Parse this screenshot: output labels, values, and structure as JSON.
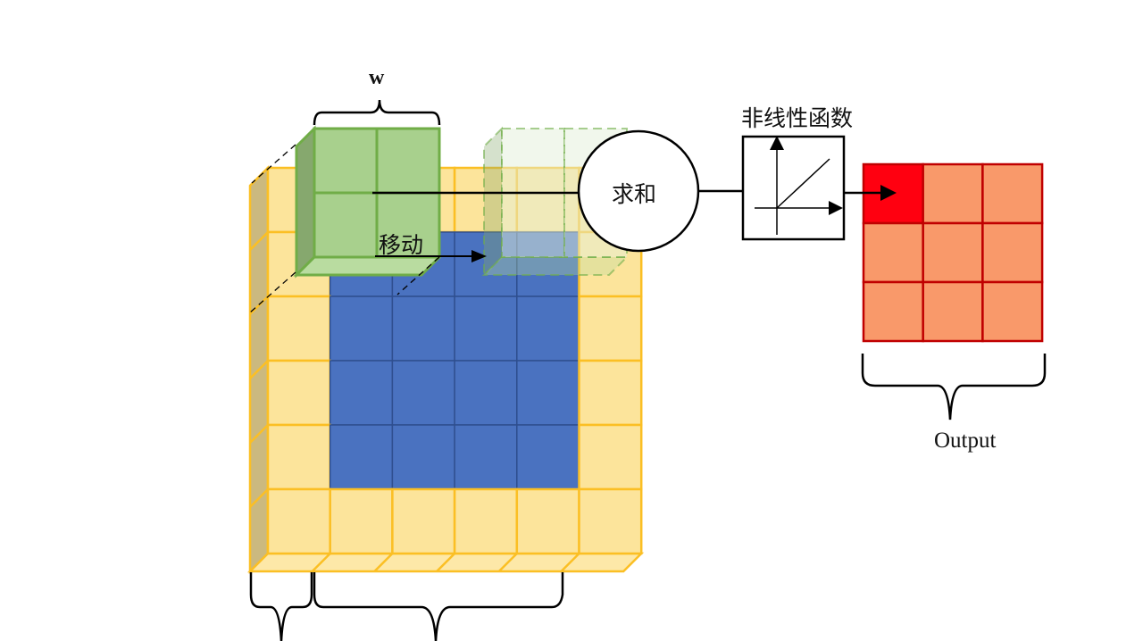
{
  "labels": {
    "kernel_width": "w",
    "move": "移动",
    "sum": "求和",
    "nonlinear": "非线性函数",
    "output": "Output"
  },
  "grid": {
    "input_size": 6,
    "inner_size": 4,
    "kernel_size": 2,
    "output_size": 3
  },
  "colors": {
    "padding": "#fce49b",
    "padding_border": "#fbbf24",
    "input": "#4a72c0",
    "input_border": "#2f4f8f",
    "kernel": "#a8d08d",
    "kernel_border": "#70ad47",
    "output": "#f9996a",
    "output_active": "#ff0010",
    "output_border": "#c00000"
  }
}
